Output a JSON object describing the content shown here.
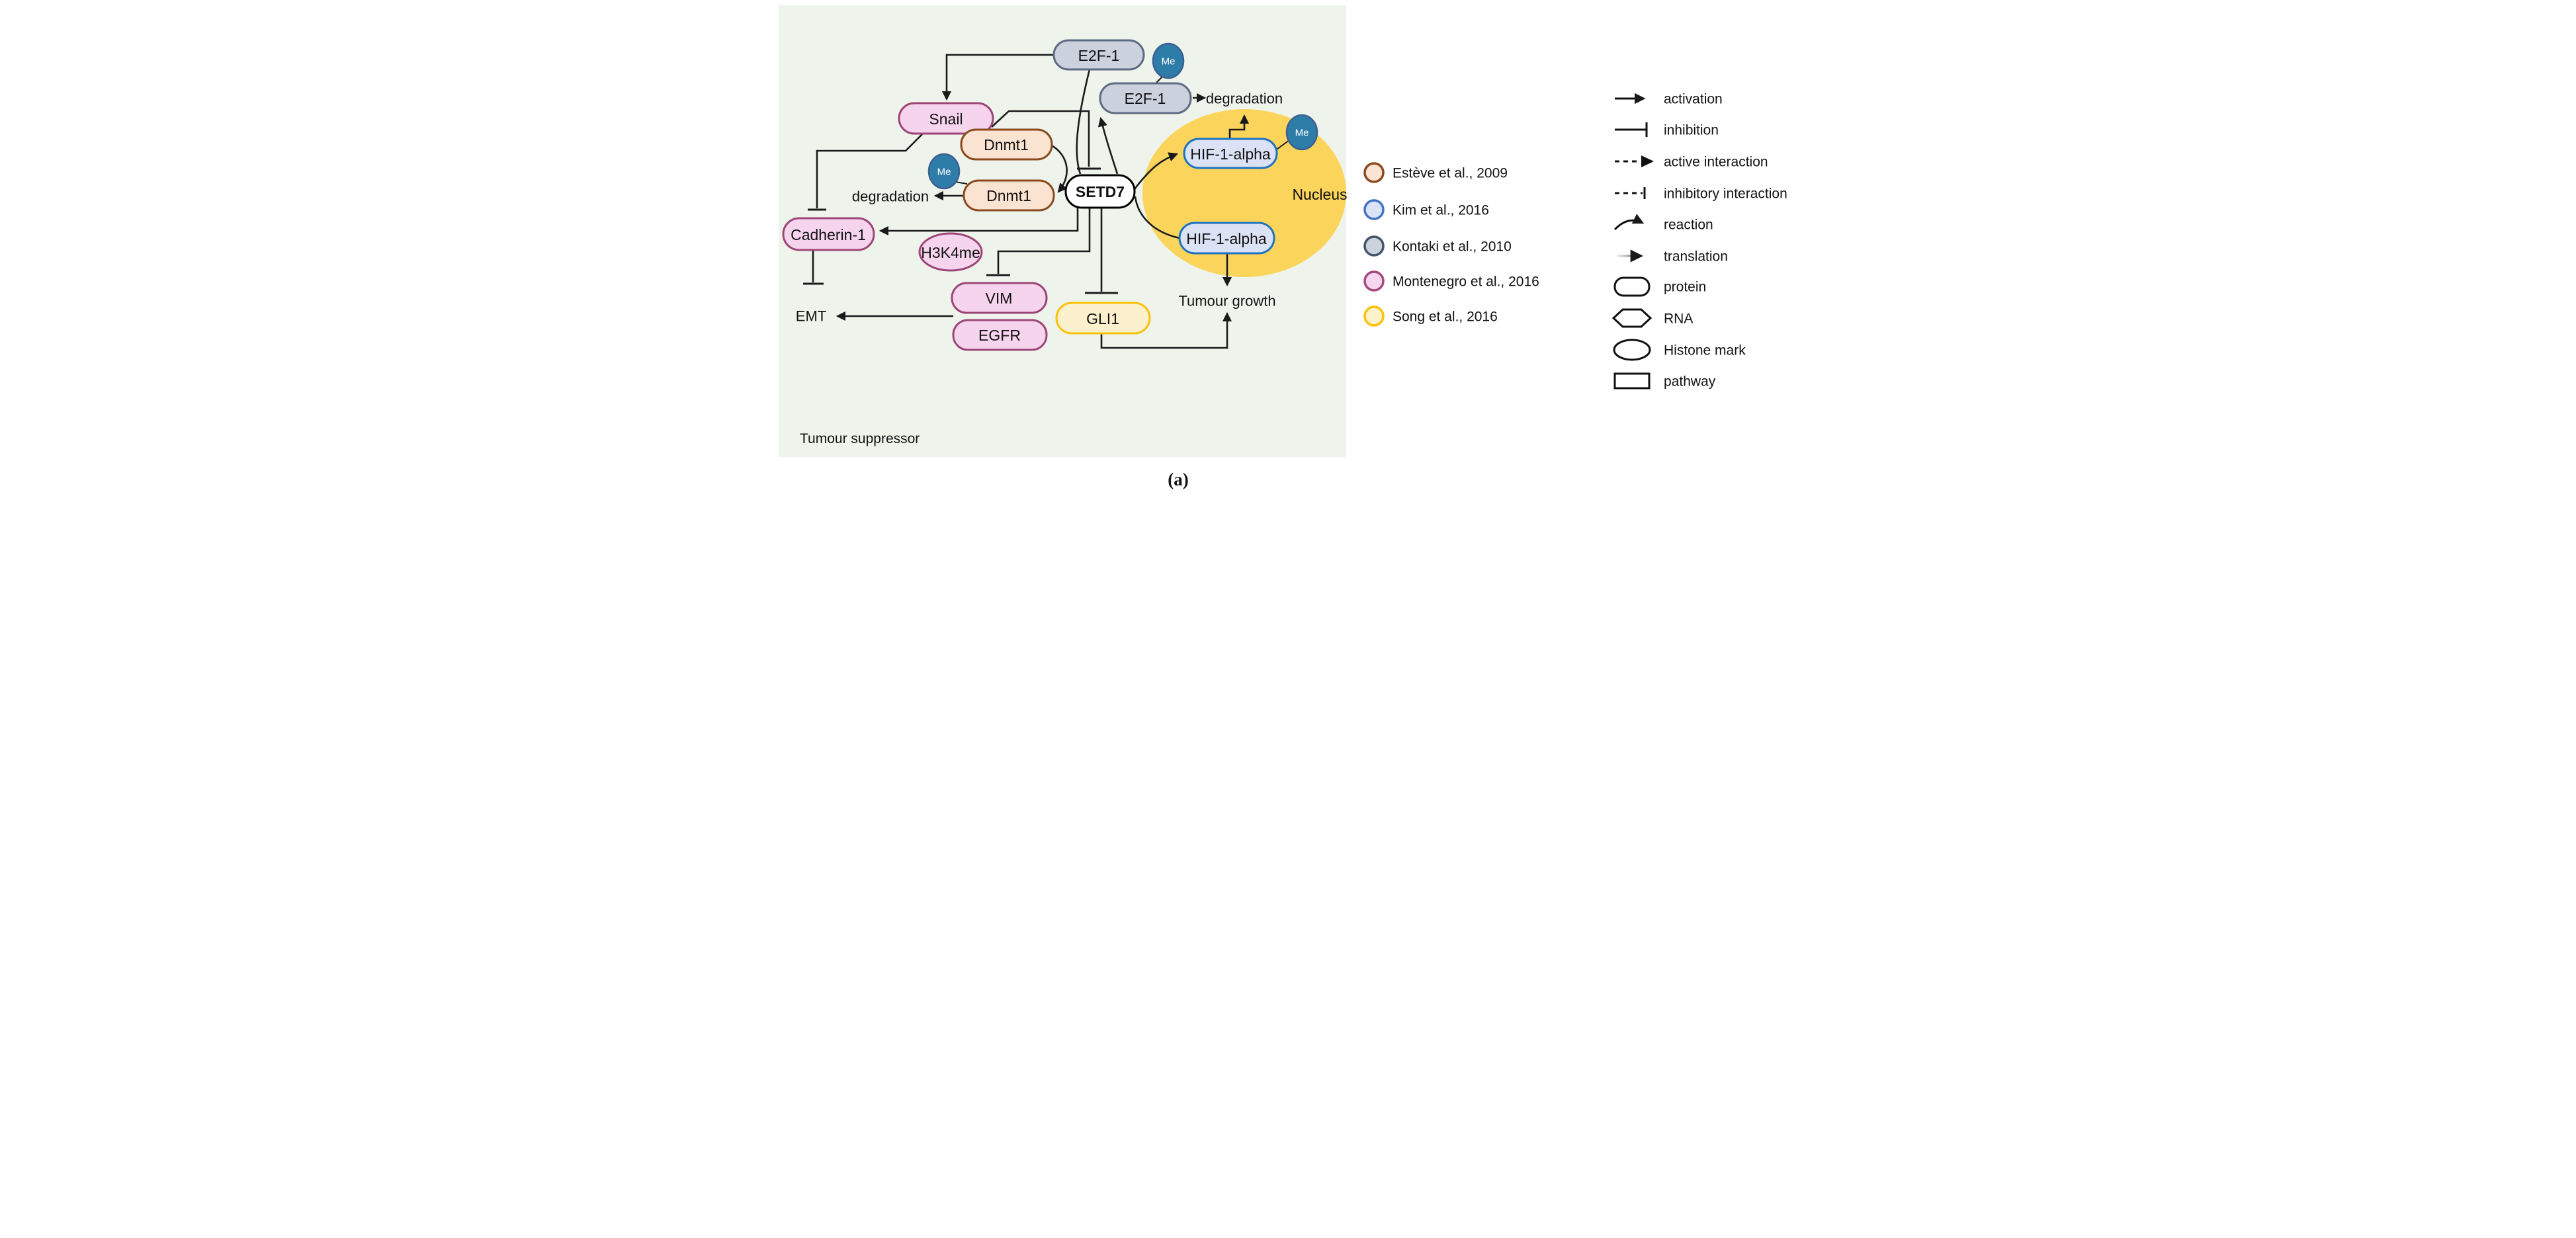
{
  "figure": {
    "caption": "(a)",
    "panel_label": "Tumour suppressor",
    "nucleus_label": "Nucleus"
  },
  "labels": {
    "me": "Me",
    "degradation": "degradation",
    "emt": "EMT",
    "tumour_growth": "Tumour growth"
  },
  "nodes": {
    "e2f1": "E2F-1",
    "e2f1_methylated": "E2F-1",
    "snail": "Snail",
    "dnmt1": "Dnmt1",
    "dnmt1_methylated": "Dnmt1",
    "setd7": "SETD7",
    "hif1a_methylated": "HIF-1-alpha",
    "hif1a": "HIF-1-alpha",
    "gli1": "GLI1",
    "vim": "VIM",
    "egfr": "EGFR",
    "cadherin1": "Cadherin-1",
    "h3k4me": "H3K4me"
  },
  "colors": {
    "panel_bg": "#eef4ec",
    "nucleus_fill": "#fbd45c",
    "gray_fill": "#ccd1de",
    "gray_stroke": "#5d6b83",
    "pink_fill": "#f6d4ee",
    "pink_stroke": "#9c4677",
    "peach_fill": "#fbe3d2",
    "peach_stroke": "#8a4a1d",
    "lavender_fill": "#dbe2f5",
    "lavender_stroke": "#1e73c0",
    "yellow_fill": "#fdf0cd",
    "yellow_stroke": "#fcc108",
    "me_fill": "#2e7ca8",
    "me_stroke": "#3c6190",
    "setd7_fill": "#ffffff",
    "setd7_stroke": "#000000"
  },
  "citations": [
    {
      "label": "Estève et al., 2009",
      "fill": "#fae3d3",
      "stroke": "#8a4a1d"
    },
    {
      "label": "Kim et al., 2016",
      "fill": "#dbe4f6",
      "stroke": "#4472c4"
    },
    {
      "label": "Kontaki et al., 2010",
      "fill": "#cdd3dd",
      "stroke": "#44546a"
    },
    {
      "label": "Montenegro et al., 2016",
      "fill": "#f6d7ef",
      "stroke": "#a4487e"
    },
    {
      "label": "Song et al., 2016",
      "fill": "#fdf2cc",
      "stroke": "#fcc108"
    }
  ],
  "legend": [
    {
      "symbol": "activation-arrow",
      "label": "activation"
    },
    {
      "symbol": "inhibition-bar",
      "label": "inhibition"
    },
    {
      "symbol": "dashed-arrow",
      "label": "active interaction"
    },
    {
      "symbol": "dashed-bar",
      "label": "inhibitory interaction"
    },
    {
      "symbol": "curved-arrow",
      "label": "reaction"
    },
    {
      "symbol": "fading-arrow",
      "label": "translation"
    },
    {
      "symbol": "rounded-rectangle",
      "label": "protein"
    },
    {
      "symbol": "hexagon",
      "label": "RNA"
    },
    {
      "symbol": "ellipse",
      "label": "Histone mark"
    },
    {
      "symbol": "rectangle",
      "label": "pathway"
    }
  ],
  "edges": [
    {
      "from": "E2F-1",
      "to": "Snail",
      "type": "activation"
    },
    {
      "from": "E2F-1",
      "to": "SETD7",
      "type": "reaction"
    },
    {
      "from": "SETD7",
      "to": "E2F-1 (methylated)",
      "type": "reaction"
    },
    {
      "from": "E2F-1 (methylated)",
      "to": "degradation",
      "type": "activation"
    },
    {
      "from": "Snail",
      "to": "SETD7",
      "type": "inhibition"
    },
    {
      "from": "Snail",
      "to": "Cadherin-1",
      "type": "inhibition"
    },
    {
      "from": "SETD7",
      "to": "Cadherin-1",
      "type": "activation"
    },
    {
      "from": "SETD7",
      "to": "VIM",
      "type": "inhibition"
    },
    {
      "from": "SETD7",
      "to": "GLI1",
      "type": "inhibition"
    },
    {
      "from": "Cadherin-1",
      "to": "EMT",
      "type": "inhibition"
    },
    {
      "from": "VIM/EGFR",
      "to": "EMT",
      "type": "activation"
    },
    {
      "from": "GLI1",
      "to": "Tumour growth",
      "type": "activation"
    },
    {
      "from": "HIF-1-alpha",
      "to": "Tumour growth",
      "type": "activation"
    },
    {
      "from": "HIF-1-alpha",
      "to": "SETD7",
      "type": "reaction"
    },
    {
      "from": "SETD7",
      "to": "HIF-1-alpha (methylated)",
      "type": "reaction"
    },
    {
      "from": "HIF-1-alpha (methylated)",
      "to": "degradation",
      "type": "activation"
    },
    {
      "from": "Dnmt1",
      "to": "Dnmt1 (methylated)",
      "type": "reaction"
    },
    {
      "from": "Dnmt1 (methylated)",
      "to": "degradation",
      "type": "activation"
    }
  ]
}
